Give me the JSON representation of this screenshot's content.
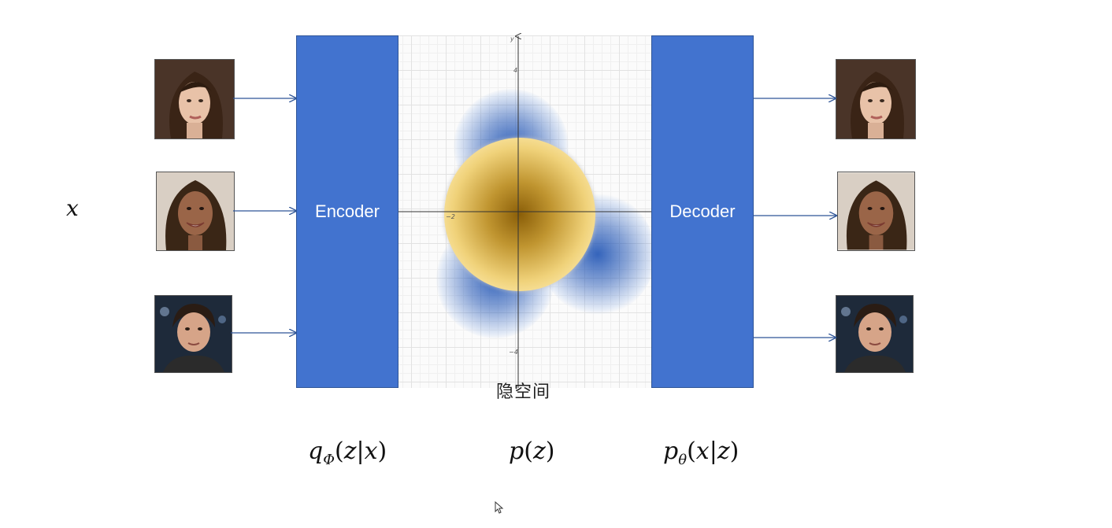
{
  "input_label": "x",
  "encoder": {
    "label": "Encoder",
    "formula": "qΦ(z|x)"
  },
  "decoder": {
    "label": "Decoder",
    "formula": "pθ(x|z)"
  },
  "latent": {
    "caption": "隐空间",
    "formula": "p(z)",
    "axis_y_label": "y",
    "ticks": {
      "y_top": "4",
      "y_bottom": "−4",
      "x_left": "−2"
    }
  },
  "colors": {
    "block_fill": "#4273cf",
    "arrow": "#2f5597",
    "prior_gold": "#a07818",
    "posterior_blue": "#2a5cb8"
  },
  "faces": [
    "face-woman-1",
    "face-woman-2",
    "face-man"
  ]
}
